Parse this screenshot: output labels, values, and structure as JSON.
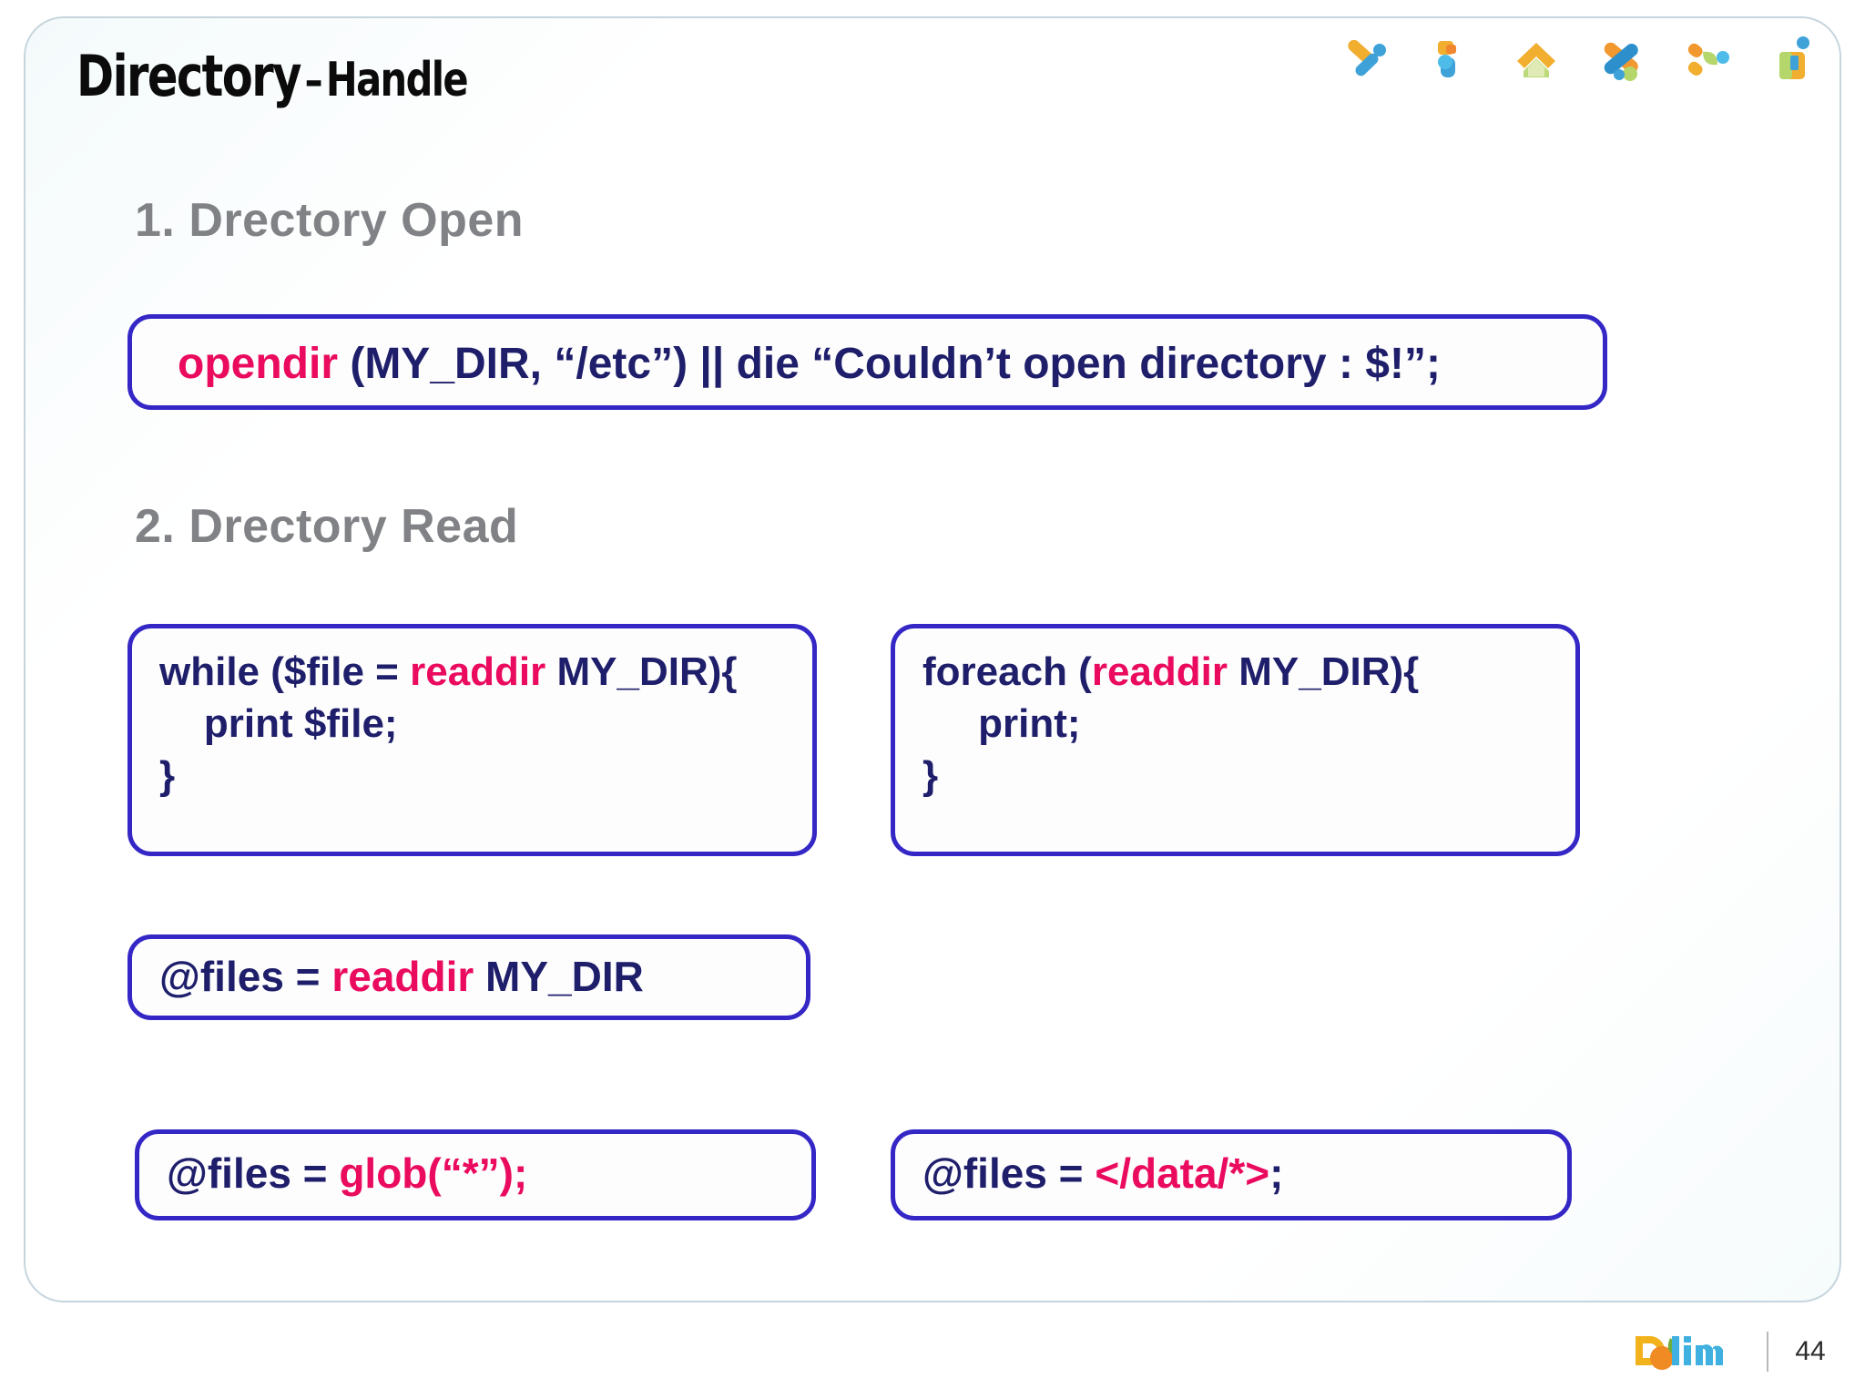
{
  "slide": {
    "title_main": "Directory",
    "title_dash": "–",
    "title_sub": "Handle",
    "page_number": "44"
  },
  "header": {
    "logo_icons": [
      "cross-arrows-icon",
      "person-blocks-icon",
      "house-icon",
      "double-cross-icon",
      "sprout-icon",
      "flag-block-icon"
    ]
  },
  "sections": [
    {
      "heading": "1. Drectory Open",
      "boxes": [
        {
          "name": "opendir-code-box",
          "lines": [
            [
              {
                "t": "opendir",
                "c": "kw"
              },
              {
                "t": " (MY_DIR, “/etc”) || die “Couldn’t open directory : $!”;",
                "c": "nv"
              }
            ]
          ]
        }
      ]
    },
    {
      "heading": "2. Drectory Read",
      "boxes": [
        {
          "name": "while-loop-code-box",
          "lines": [
            [
              {
                "t": "while ($file = ",
                "c": "nv"
              },
              {
                "t": "readdir",
                "c": "kw"
              },
              {
                "t": " MY_DIR){",
                "c": "nv"
              }
            ],
            [
              {
                "t": "    print $file;",
                "c": "nv"
              }
            ],
            [
              {
                "t": "}",
                "c": "nv"
              }
            ]
          ]
        },
        {
          "name": "foreach-loop-code-box",
          "lines": [
            [
              {
                "t": "foreach (",
                "c": "nv"
              },
              {
                "t": "readdir",
                "c": "kw"
              },
              {
                "t": " MY_DIR){",
                "c": "nv"
              }
            ],
            [
              {
                "t": "     print;",
                "c": "nv"
              }
            ],
            [
              {
                "t": "}",
                "c": "nv"
              }
            ]
          ]
        },
        {
          "name": "readdir-array-code-box",
          "lines": [
            [
              {
                "t": "@files = ",
                "c": "nv"
              },
              {
                "t": "readdir",
                "c": "kw"
              },
              {
                "t": " MY_DIR",
                "c": "nv"
              }
            ]
          ]
        },
        {
          "name": "glob-code-box",
          "lines": [
            [
              {
                "t": "@files = ",
                "c": "nv"
              },
              {
                "t": "glob(“*”);",
                "c": "kw"
              }
            ]
          ]
        },
        {
          "name": "angle-glob-code-box",
          "lines": [
            [
              {
                "t": "@files = ",
                "c": "nv"
              },
              {
                "t": "</data/*>",
                "c": "kw"
              },
              {
                "t": ";",
                "c": "nv"
              }
            ]
          ]
        }
      ]
    }
  ],
  "colors": {
    "keyword_pink": "#ea0a5e",
    "code_navy": "#1e1e6b",
    "box_border_blue": "#3427c6",
    "heading_gray": "#808285",
    "frame_border": "#c6d5dd"
  },
  "footer": {
    "brand_logo": "dalim-logo",
    "brand_text": "Dalim"
  }
}
